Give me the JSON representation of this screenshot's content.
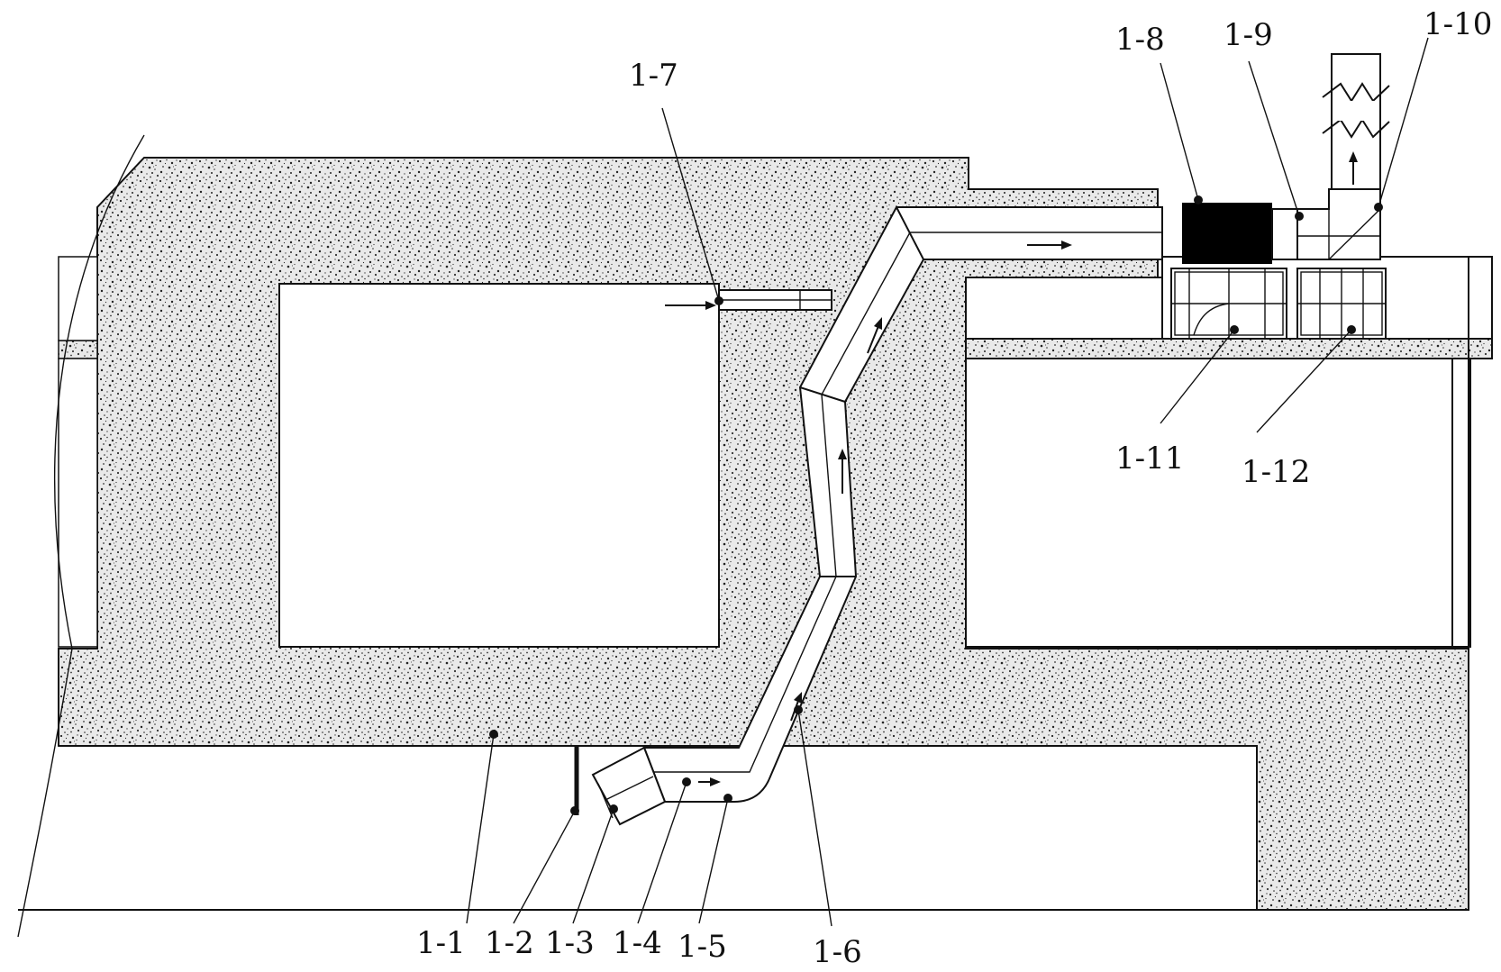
{
  "labels": {
    "l1_1": "1-1",
    "l1_2": "1-2",
    "l1_3": "1-3",
    "l1_4": "1-4",
    "l1_5": "1-5",
    "l1_6": "1-6",
    "l1_7": "1-7",
    "l1_8": "1-8",
    "l1_9": "1-9",
    "l1_10": "1-10",
    "l1_11": "1-11",
    "l1_12": "1-12"
  },
  "colors": {
    "rock": "#e6e6e6",
    "speckle": "#2a2a2a",
    "line": "#111111",
    "equipment": "#000000"
  }
}
